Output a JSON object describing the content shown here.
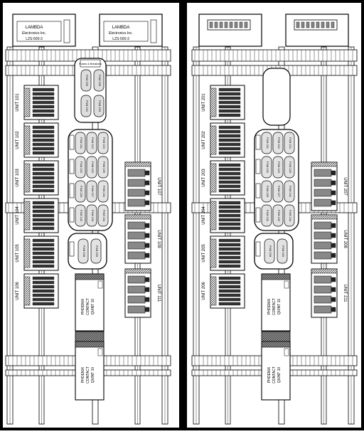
{
  "left_panel": {
    "power_supplies": [
      {
        "brand": "LAMBDA",
        "line2": "Electronics Inc.",
        "model": "LZS-500-3"
      },
      {
        "brand": "LAMBDA",
        "line2": "Electronics Inc.",
        "model": "LZS-500-3"
      }
    ],
    "fuse_block_label": "Fuses & Breakers",
    "fxm_top": [
      "FXM 230",
      "FXM 235",
      "FXM 231",
      "FXM 233"
    ],
    "fxm_main": [
      "FXM 211",
      "FXM 212",
      "FXM 221",
      "FXM 222",
      "FXM 223",
      "FXM 225",
      "FXM 226",
      "FXM 227",
      "FXM 241",
      "FXM 242",
      "FXM 243",
      "FXM 244"
    ],
    "fxm_bottom": [
      "FXM 228",
      "FXM 229"
    ],
    "units_left": [
      "UNIT 101",
      "UNIT 102",
      "UNIT 103",
      "UNIT 104",
      "UNIT 105",
      "UNIT 106"
    ],
    "units_right": [
      "UNIT 107",
      "UNIT 109",
      "UNIT 111"
    ],
    "quint_upper": [
      "PHOENIX",
      "CONTACT",
      "QUINT 10"
    ],
    "quint_lower": [
      "PHOENIX",
      "CONTACT",
      "QUINT 10"
    ]
  },
  "right_panel": {
    "fxm_main": [
      "FXM 211",
      "FXM 212",
      "FXM 221",
      "FXM 222",
      "FXM 223",
      "FXM 225",
      "FXM 226",
      "FXM 227",
      "FXM 241",
      "FXM 242",
      "FXM 243",
      "FXM 244"
    ],
    "fxm_bottom": [
      "FXM 228",
      "FXM 229"
    ],
    "units_left": [
      "UNIT 201",
      "UNIT 202",
      "UNIT 203",
      "UNIT 204",
      "UNIT 205",
      "UNIT 206"
    ],
    "units_right": [
      "UNIT 207",
      "UNIT 208",
      "UNIT 211"
    ],
    "quint_upper": [
      "PHOENIX",
      "CONTACT",
      "QUINT 10"
    ],
    "quint_lower": [
      "PHOENIX",
      "CONTACT",
      "QUINT 10"
    ]
  },
  "colors": {
    "line": "#000000",
    "fill": "#ffffff",
    "shade": "#cccccc",
    "dark": "#555555",
    "border": "#000000"
  }
}
